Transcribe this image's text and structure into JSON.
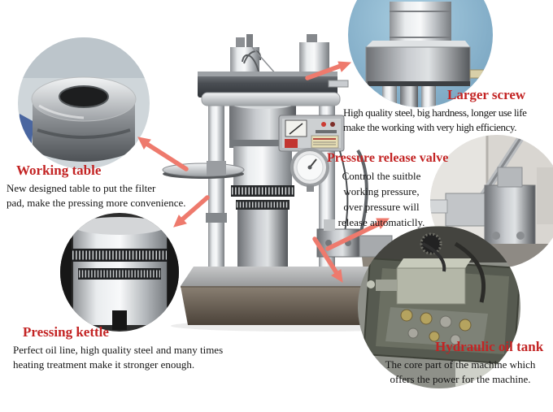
{
  "page": {
    "background": "#ffffff",
    "subject_photo": "hydraulic-oil-press-machine"
  },
  "colors": {
    "heading_red": "#c32424",
    "body_text": "#151515",
    "arrow_salmon": "#ee7a6d",
    "screw_inset_blue": "#8ab5cd",
    "machine_steel": "#c9ccd0"
  },
  "photos": {
    "center": "hydraulic-oil-press-machine-photo",
    "top_left": "working-table-photo",
    "top_right": "larger-screw-photo",
    "mid_right": "pressure-release-valve-photo",
    "bottom_left": "pressing-kettle-photo",
    "bottom_right": "hydraulic-oil-tank-photo"
  },
  "callouts": {
    "working_table": {
      "title": "Working table",
      "lines": [
        "New designed table to put the filter",
        "pad, make the pressing more convenience."
      ]
    },
    "larger_screw": {
      "title": "Larger screw",
      "lines": [
        "High quality steel, big hardness, longer use life",
        "make the working with very high efficiency."
      ]
    },
    "pressure_release_valve": {
      "title": "Pressure release valve",
      "lines": [
        "Control the suitble",
        "working pressure,",
        "over pressure will",
        "release automaticlly."
      ]
    },
    "pressing_kettle": {
      "title": "Pressing kettle",
      "lines": [
        "Perfect oil line, high quality steel and many times",
        "heating treatment make it stronger enough."
      ]
    },
    "hydraulic_oil_tank": {
      "title": "Hydraulic oil tank",
      "lines": [
        "The core part of the machine which",
        "offers the power for the machine."
      ]
    }
  }
}
